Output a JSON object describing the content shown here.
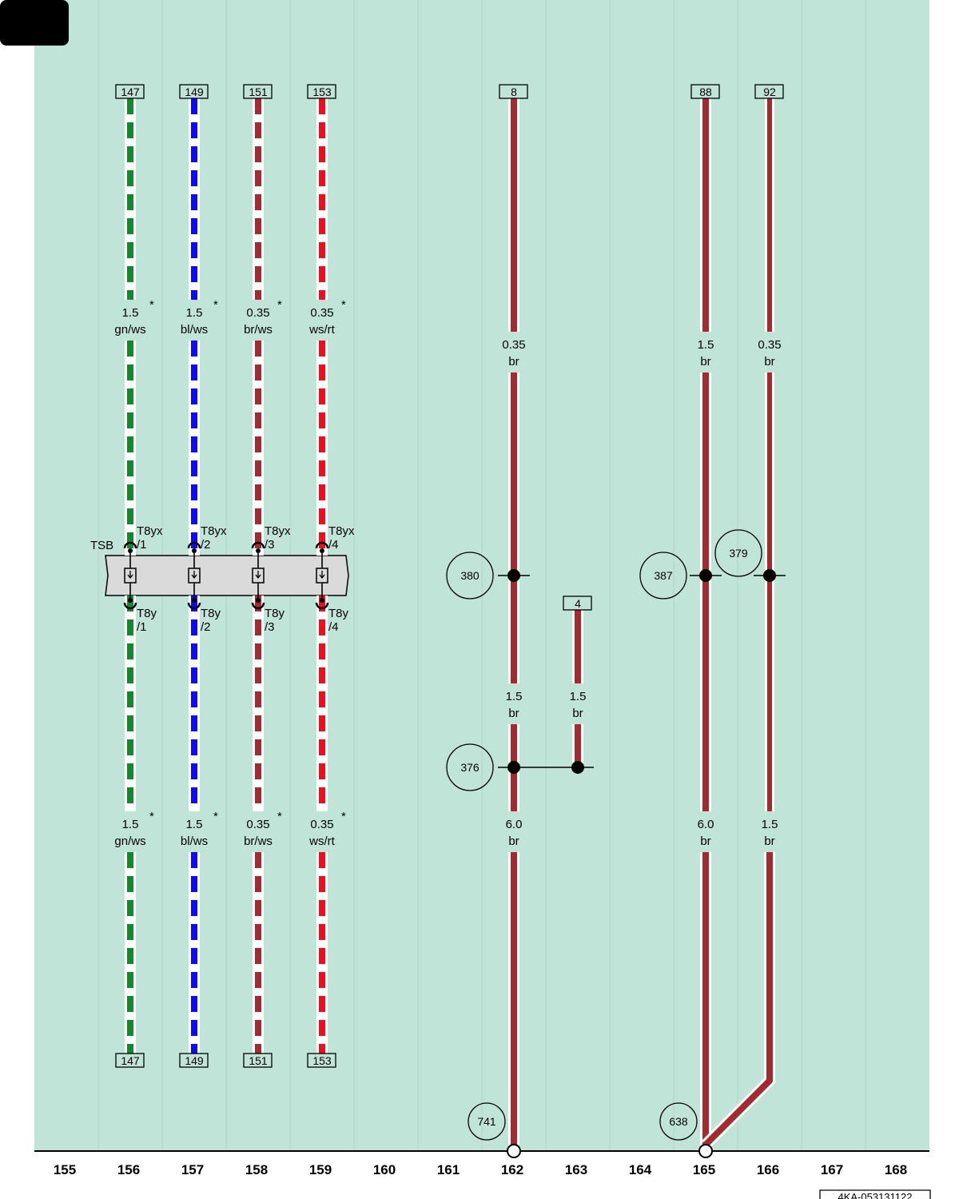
{
  "colors": {
    "background": "#c0e5d8",
    "gridline": "#b2d8ca",
    "green": "#138a2a",
    "blue": "#0a0aff",
    "brown": "#a42a2e",
    "red": "#f20d1a",
    "connector_fill": "#dadada"
  },
  "column_numbers": [
    "155",
    "156",
    "157",
    "158",
    "159",
    "160",
    "161",
    "162",
    "163",
    "164",
    "165",
    "166",
    "167",
    "168"
  ],
  "striped_wires": [
    {
      "top_ref": "147",
      "bottom_ref": "147",
      "color": "green",
      "upper": {
        "size": "1.5",
        "color_code": "gn/ws",
        "mark": "*"
      },
      "lower": {
        "size": "1.5",
        "color_code": "gn/ws",
        "mark": "*"
      },
      "pin_top": "T8yx",
      "pin_top_n": "/1",
      "pin_bottom": "T8y",
      "pin_bottom_n": "/1"
    },
    {
      "top_ref": "149",
      "bottom_ref": "149",
      "color": "blue",
      "upper": {
        "size": "1.5",
        "color_code": "bl/ws",
        "mark": "*"
      },
      "lower": {
        "size": "1.5",
        "color_code": "bl/ws",
        "mark": "*"
      },
      "pin_top": "T8yx",
      "pin_top_n": "/2",
      "pin_bottom": "T8y",
      "pin_bottom_n": "/2"
    },
    {
      "top_ref": "151",
      "bottom_ref": "151",
      "color": "brown",
      "upper": {
        "size": "0.35",
        "color_code": "br/ws",
        "mark": "*"
      },
      "lower": {
        "size": "0.35",
        "color_code": "br/ws",
        "mark": "*"
      },
      "pin_top": "T8yx",
      "pin_top_n": "/3",
      "pin_bottom": "T8y",
      "pin_bottom_n": "/3"
    },
    {
      "top_ref": "153",
      "bottom_ref": "153",
      "color": "red",
      "upper": {
        "size": "0.35",
        "color_code": "ws/rt",
        "mark": "*"
      },
      "lower": {
        "size": "0.35",
        "color_code": "ws/rt",
        "mark": "*"
      },
      "pin_top": "T8yx",
      "pin_top_n": "/4",
      "pin_bottom": "T8y",
      "pin_bottom_n": "/4"
    }
  ],
  "connector_label": "TSB",
  "solid_wires": {
    "w162": {
      "top_ref": "8",
      "seg1": {
        "size": "0.35",
        "color_code": "br"
      },
      "seg2": {
        "size": "1.5",
        "color_code": "br"
      },
      "seg3": {
        "size": "6.0",
        "color_code": "br"
      }
    },
    "w163": {
      "top_ref": "4",
      "seg1": {
        "size": "1.5",
        "color_code": "br"
      }
    },
    "w165": {
      "top_ref": "88",
      "seg1": {
        "size": "1.5",
        "color_code": "br"
      },
      "seg2": {
        "size": "6.0",
        "color_code": "br"
      }
    },
    "w166": {
      "top_ref": "92",
      "seg1": {
        "size": "0.35",
        "color_code": "br"
      },
      "seg2": {
        "size": "1.5",
        "color_code": "br"
      }
    }
  },
  "splices": {
    "s380": "380",
    "s387": "387",
    "s379": "379",
    "s376": "376"
  },
  "grounds": {
    "g741": "741",
    "g638": "638"
  },
  "document_id": "4KA-053131122"
}
